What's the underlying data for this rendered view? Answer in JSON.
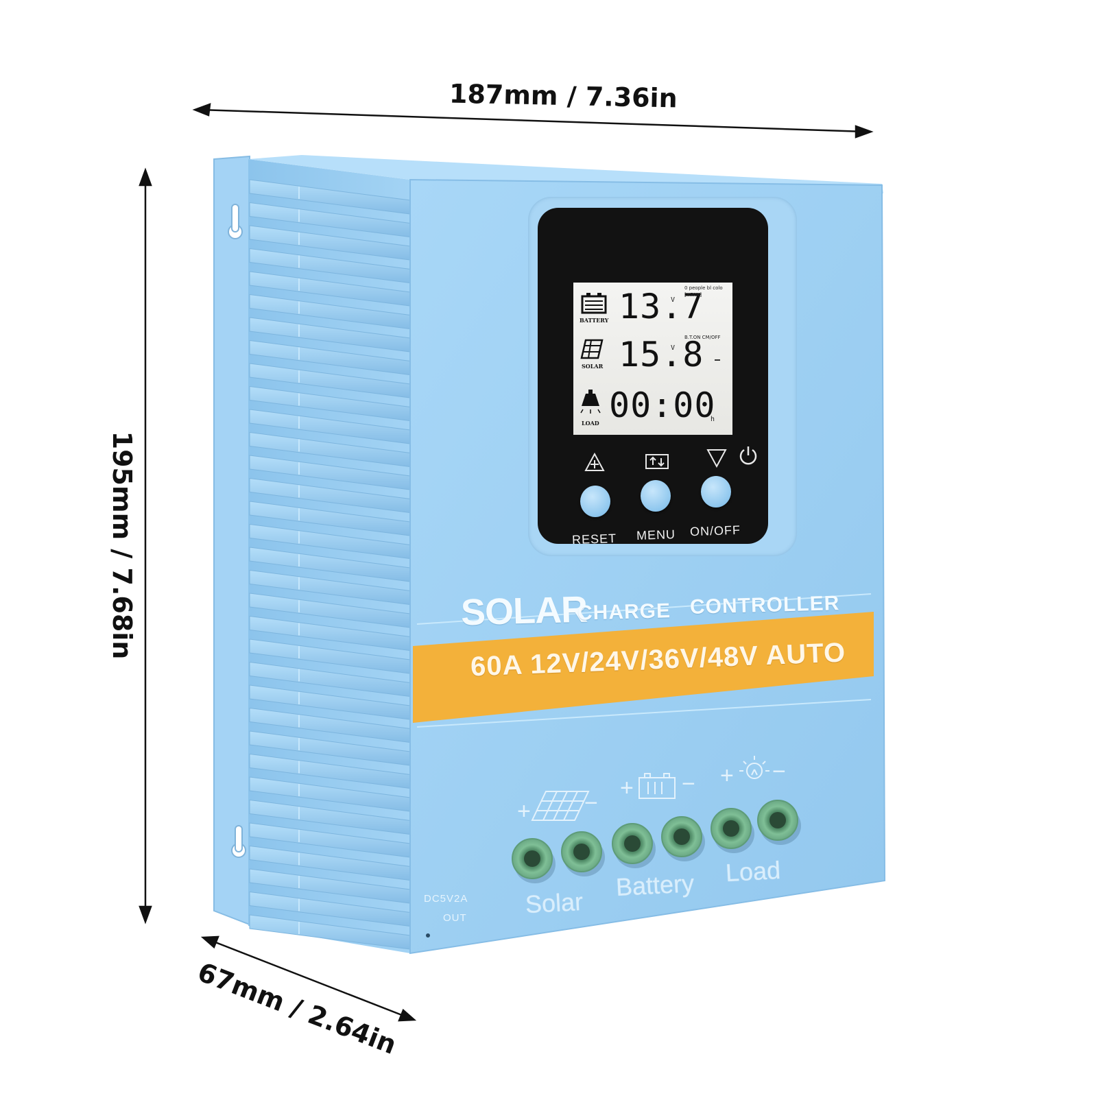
{
  "dimensions": {
    "width_label": "187mm / 7.36in",
    "height_label": "195mm / 7.68in",
    "depth_label": "67mm / 2.64in"
  },
  "lcd": {
    "battery_voltage": "13.7",
    "battery_unit": "V",
    "battery_label": "BATTERY",
    "solar_voltage": "15.8",
    "solar_unit": "V",
    "solar_label": "SOLAR",
    "load_time": "00:00",
    "load_label": "LOAD",
    "load_unit": "h",
    "status_line_1": "0 people bl colo",
    "status_line_2": "[+PAN]",
    "status_line_3": "B.T.ON CM/OFF"
  },
  "buttons": [
    {
      "label": "RESET",
      "icon": "up-triangle-plus-icon"
    },
    {
      "label": "MENU",
      "icon": "menu-arrows-icon"
    },
    {
      "label": "ON/OFF",
      "icon": "down-triangle-icon"
    }
  ],
  "power_icon": "power-icon",
  "branding": {
    "title": "SOLAR",
    "subtitle_1": "CHARGE",
    "subtitle_2": "CONTROLLER",
    "spec": "60A  12V/24V/36V/48V  AUTO"
  },
  "terminals": {
    "solar_label": "Solar",
    "battery_label": "Battery",
    "load_label": "Load",
    "plus": "+",
    "minus": "−"
  },
  "usb_port": {
    "line_1": "DC5V2A",
    "line_2": "OUT"
  },
  "colors": {
    "case_blue": "#9ccff3",
    "stripe_orange": "#f3b13a",
    "lcd_black": "#121212",
    "terminal_green": "#7fbf96"
  }
}
